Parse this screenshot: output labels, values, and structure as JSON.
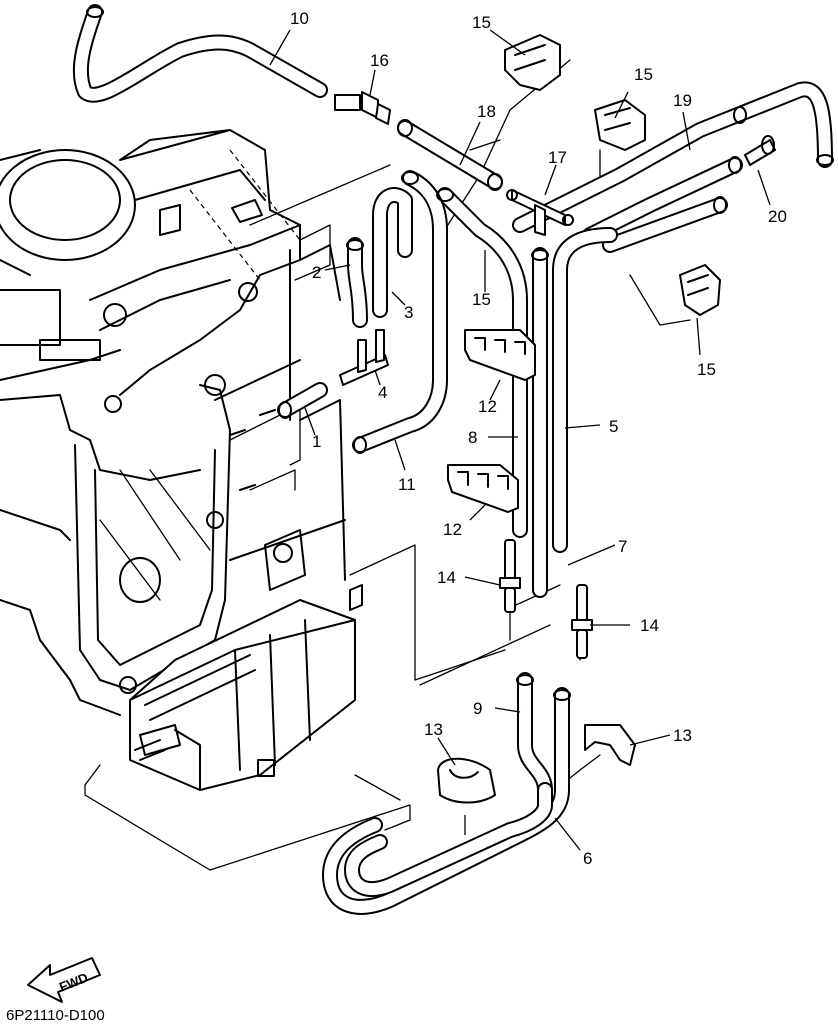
{
  "callouts": {
    "c1": "1",
    "c2": "2",
    "c3": "3",
    "c4": "4",
    "c5": "5",
    "c6": "6",
    "c7": "7",
    "c8": "8",
    "c9": "9",
    "c10": "10",
    "c11": "11",
    "c12a": "12",
    "c12b": "12",
    "c13a": "13",
    "c13b": "13",
    "c14a": "14",
    "c14b": "14",
    "c15a": "15",
    "c15b": "15",
    "c15c": "15",
    "c15d": "15",
    "c16": "16",
    "c17": "17",
    "c18": "18",
    "c19": "19",
    "c20": "20"
  },
  "fwd_label": "FWD",
  "diagram_code": "6P21110-D100"
}
